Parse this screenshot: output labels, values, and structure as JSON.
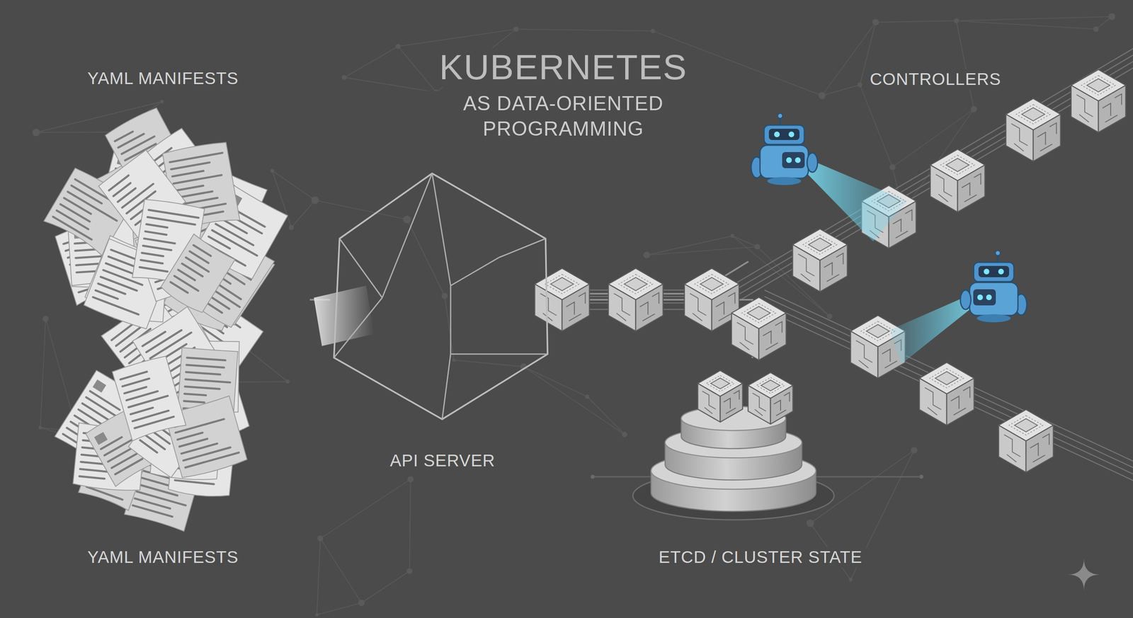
{
  "diagram": {
    "title": "KUBERNETES",
    "nodes": [
      {
        "text": [
          "YAML MANIFESTS",
          "YAML MANIFESTS"
        ]
      },
      {
        "text": [
          "API SERVER"
        ]
      },
      {
        "text": [
          "ETCD / CLUSTER STATE"
        ]
      },
      {
        "text": [
          "CONTROLLERS"
        ]
      }
    ],
    "edges": [
      {
        "from": 0,
        "to": 1,
        "arrow": "none"
      },
      {
        "from": 1,
        "to": 2,
        "arrow": "none"
      },
      {
        "from": 1,
        "to": 3,
        "arrow": "none"
      }
    ],
    "labels": [
      "AS DATA-ORIENTED PROGRAMMING"
    ]
  }
}
